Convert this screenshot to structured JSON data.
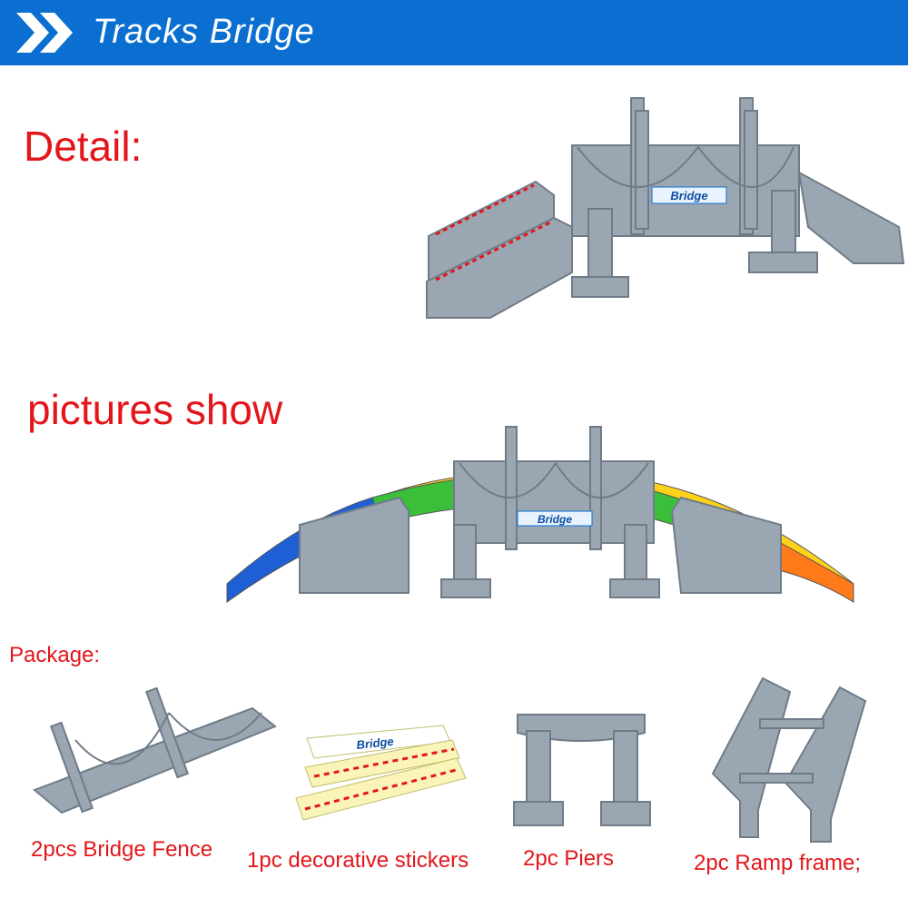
{
  "header": {
    "title": "Tracks Bridge"
  },
  "sections": {
    "detail_label": "Detail:",
    "pictures_label": "pictures show",
    "package_label": "Package:"
  },
  "photos": {
    "sign_text": "Bridge",
    "sticker_text": "Bridge"
  },
  "package_items": [
    {
      "caption": "2pcs Bridge Fence"
    },
    {
      "caption": "1pc decorative stickers"
    },
    {
      "caption": "2pc Piers"
    },
    {
      "caption": "2pc Ramp frame;"
    }
  ],
  "colors": {
    "header": "#0a6fd0",
    "label_red": "#e3161b",
    "part_gray": "#9aa7b3"
  }
}
